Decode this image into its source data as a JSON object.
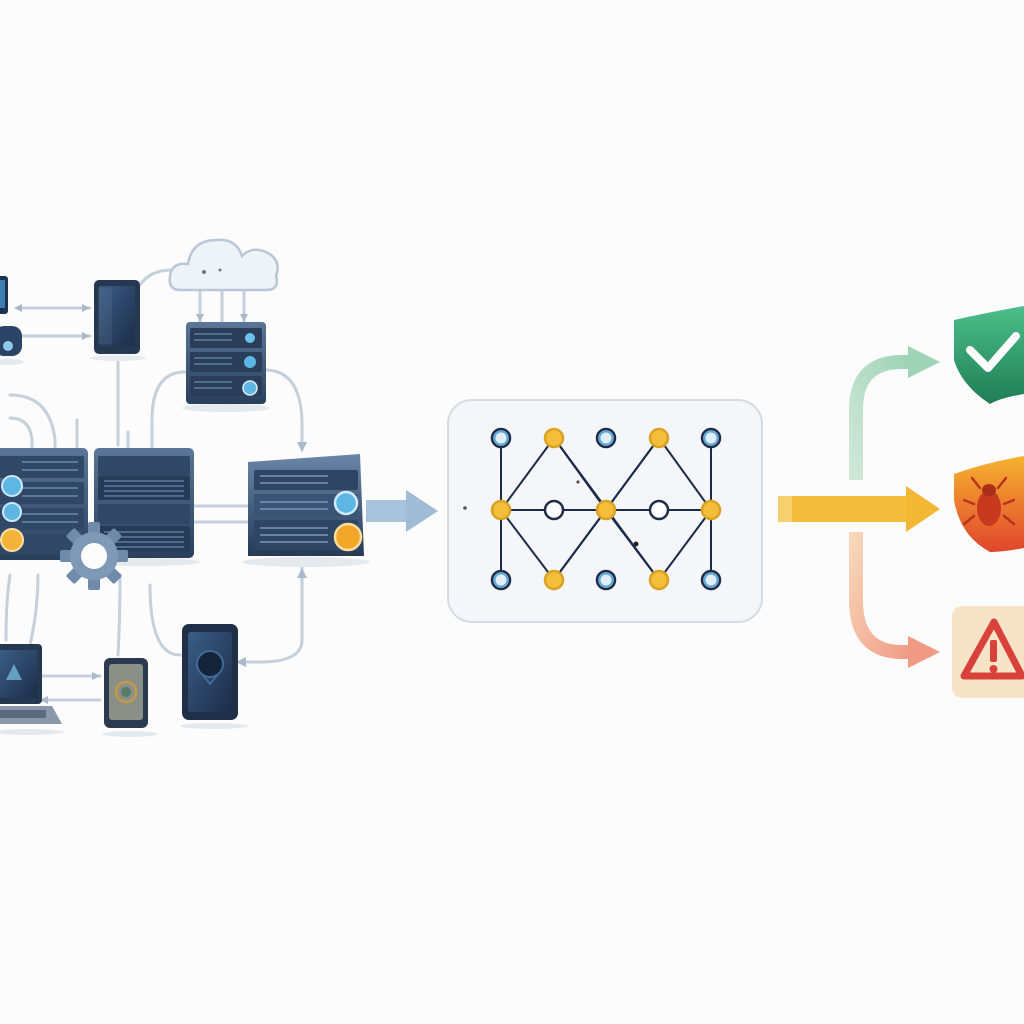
{
  "diagram": {
    "infrastructure": {
      "cloud": "cloud-icon",
      "servers": [
        "rack-server-icon",
        "rack-server-icon",
        "rack-server-icon",
        "rack-server-icon"
      ],
      "devices": [
        "tablet-icon",
        "smartphone-icon",
        "smartphone-icon",
        "laptop-icon",
        "desktop-icon"
      ],
      "settings": "gear-icon"
    },
    "graph": {
      "rows": [
        [
          "blue",
          "yellow",
          "blue",
          "yellow",
          "blue"
        ],
        [
          "yellow",
          "white",
          "yellow",
          "white",
          "yellow"
        ],
        [
          "blue",
          "yellow",
          "blue",
          "yellow",
          "blue"
        ]
      ]
    },
    "outcomes": [
      {
        "name": "safe",
        "icon": "shield-check-icon",
        "color": "#2e9a6a",
        "arrow": "#a9d7bc"
      },
      {
        "name": "malicious",
        "icon": "shield-bug-icon",
        "color": "#e8742a",
        "arrow": "#f3bd3c"
      },
      {
        "name": "warning",
        "icon": "warning-triangle-icon",
        "color": "#d9423a",
        "arrow": "#f1a595"
      }
    ],
    "colors": {
      "server": "#2f4664",
      "server_light": "#4a6688",
      "node_blue": "#5aa8d8",
      "node_yellow": "#f3be3a",
      "edge": "#1d2b4a",
      "flow_arrow": "#9fbbd6",
      "wire": "#c5d0db"
    }
  }
}
